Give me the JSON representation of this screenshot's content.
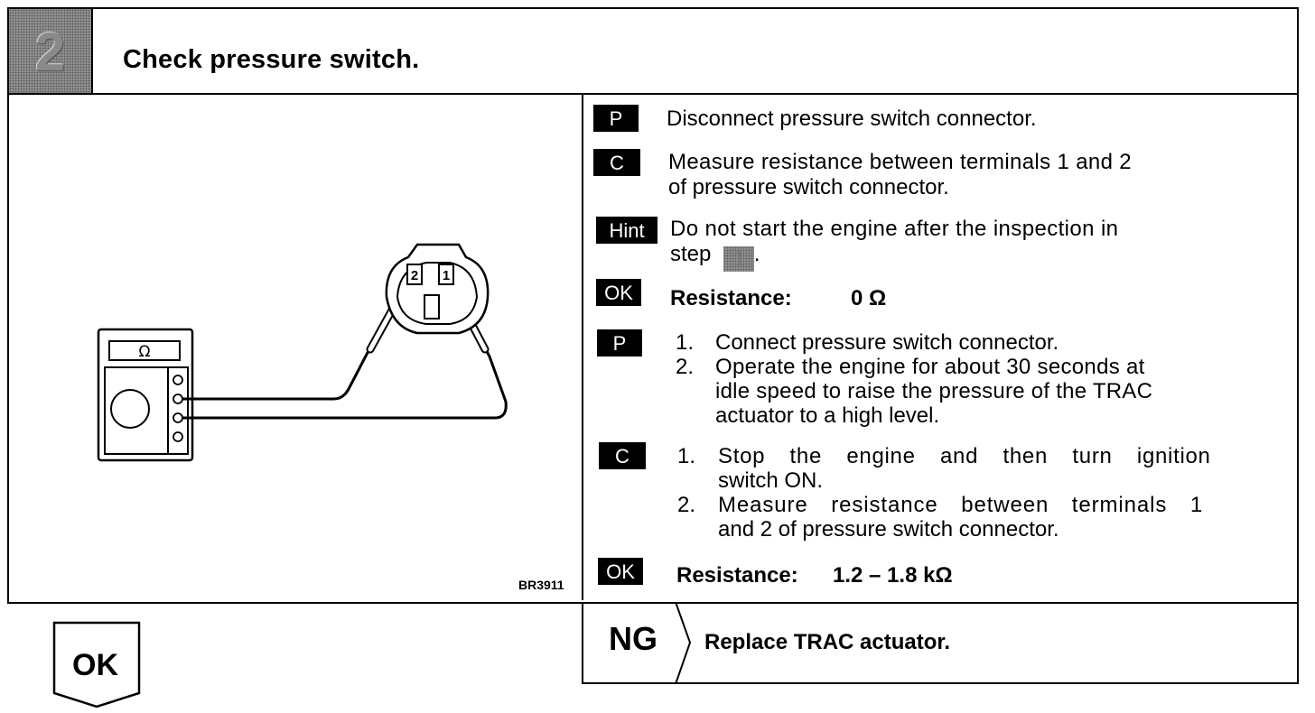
{
  "header": {
    "step_number": "2",
    "title": "Check pressure switch."
  },
  "diagram": {
    "meter_symbol": "Ω",
    "terminal_2": "2",
    "terminal_1": "1",
    "figure_id": "BR3911"
  },
  "procedure": [
    {
      "badge": "P",
      "lines": [
        "Disconnect pressure switch connector."
      ]
    },
    {
      "badge": "C",
      "lines": [
        "Measure resistance between terminals 1 and 2",
        "of pressure switch connector."
      ]
    },
    {
      "badge": "Hint",
      "lines": [
        "Do not start the engine after the inspection in",
        "step"
      ],
      "step_ref": "1",
      "step_suffix": "."
    },
    {
      "badge": "OK",
      "label": "Resistance:",
      "value": "0 Ω"
    },
    {
      "badge": "P",
      "items": [
        {
          "num": "1.",
          "lines": [
            "Connect pressure switch connector."
          ]
        },
        {
          "num": "2.",
          "lines": [
            "Operate the engine for about 30 seconds at",
            "idle speed to raise the pressure of the TRAC",
            "actuator to a high level."
          ]
        }
      ]
    },
    {
      "badge": "C",
      "items": [
        {
          "num": "1.",
          "lines": [
            "Stop the engine and then turn ignition",
            "switch ON."
          ]
        },
        {
          "num": "2.",
          "lines": [
            "Measure resistance between terminals 1",
            "and 2 of pressure switch connector."
          ]
        }
      ]
    },
    {
      "badge": "OK",
      "label": "Resistance:",
      "value": "1.2 – 1.8 kΩ"
    }
  ],
  "ng": {
    "label": "NG",
    "action": "Replace TRAC actuator."
  },
  "ok_label": "OK"
}
